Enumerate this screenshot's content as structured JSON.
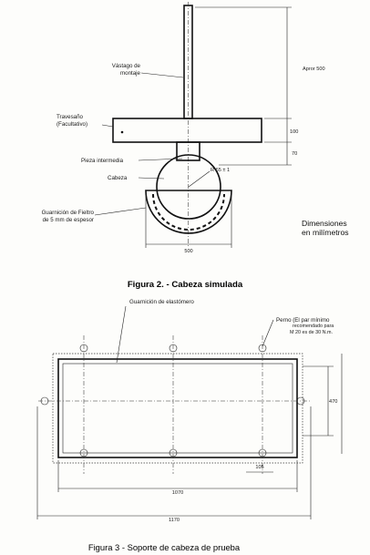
{
  "figure2": {
    "labels": {
      "vastago": [
        "Vástago de",
        "montaje"
      ],
      "travesano": [
        "Travesaño",
        "(Facultativo)"
      ],
      "pieza": "Pieza intermedia",
      "cabeza": "Cabeza",
      "guarnicion": [
        "Guarnición de Fieltro",
        "de 5 mm de espesor"
      ]
    },
    "dims": {
      "apr": "Apror 500",
      "d100": "100",
      "d70": "70",
      "radius": "R 65 ± 1",
      "width": "500"
    },
    "note": [
      "Dimensiones",
      "en milímetros"
    ],
    "caption": "Figura 2. - Cabeza simulada"
  },
  "figure3": {
    "labels": {
      "elastomero": "Guarnición de elastómero",
      "perno": [
        "Perno (El par mínimo",
        "recomendado para",
        "M 20 es de 30 N.m."
      ]
    },
    "dims": {
      "d470": "470",
      "d105": "105",
      "d1070": "1070",
      "d1170": "1170"
    },
    "caption": "Figura 3 - Soporte de cabeza de prueba"
  }
}
